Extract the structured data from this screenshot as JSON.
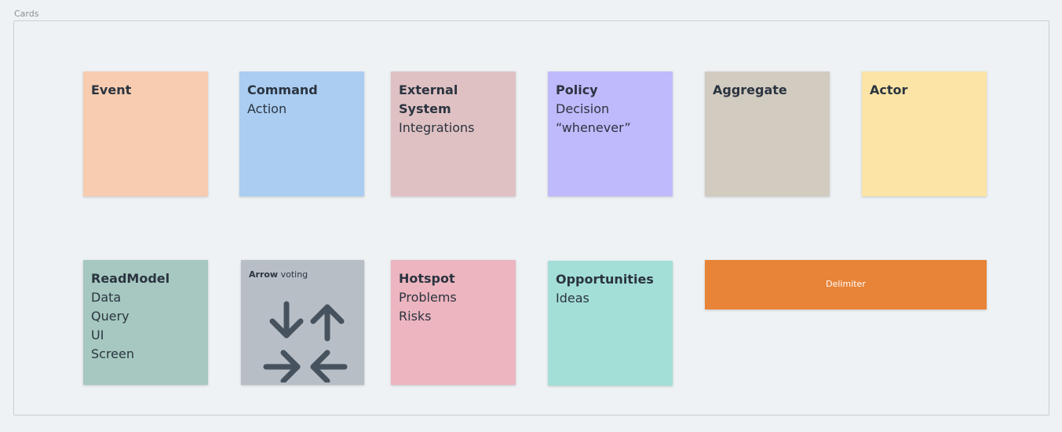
{
  "frame": {
    "label": "Cards"
  },
  "cards": {
    "event": {
      "title": "Event",
      "color": "#f7ccb0"
    },
    "command": {
      "title": "Command",
      "lines": [
        "Action"
      ],
      "color": "#aacdf1"
    },
    "external": {
      "title": "External System",
      "lines": [
        "Integrations"
      ],
      "color": "#dfc1c3"
    },
    "policy": {
      "title": "Policy",
      "lines": [
        "Decision",
        "“whenever”"
      ],
      "color": "#bfbafb"
    },
    "aggregate": {
      "title": "Aggregate",
      "color": "#d2cbc0"
    },
    "actor": {
      "title": "Actor",
      "color": "#fce4a6"
    },
    "readmodel": {
      "title": "ReadModel",
      "lines": [
        "Data",
        "Query",
        "UI",
        "Screen"
      ],
      "color": "#a6c8c0"
    },
    "voting": {
      "title_bold": "Arrow",
      "title_rest": " voting",
      "icon": "arrows-vote-icon",
      "color": "#b8bec5"
    },
    "hotspot": {
      "title": "Hotspot",
      "lines": [
        "Problems",
        "Risks"
      ],
      "color": "#ecb5bf"
    },
    "opportunities": {
      "title": "Opportunities",
      "lines": [
        "Ideas"
      ],
      "color": "#a3dfd6"
    },
    "delimiter": {
      "label": "Delimiter",
      "color": "#e88438"
    }
  }
}
